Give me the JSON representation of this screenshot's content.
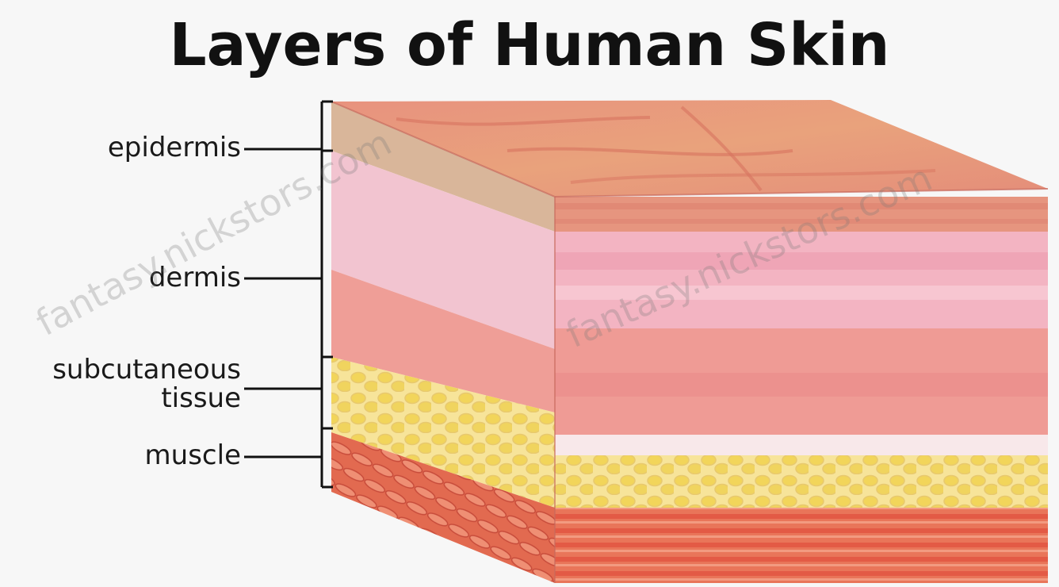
{
  "title": "Layers of Human Skin",
  "labels": {
    "epidermis": "epidermis",
    "dermis": "dermis",
    "subcutaneous_line1": "subcutaneous",
    "subcutaneous_line2": "tissue",
    "muscle": "muscle"
  },
  "watermark": "fantasy.nickstors.com",
  "colors": {
    "epidermis": "#d9b69a",
    "dermis": "#f2b7c4",
    "dermis_deep": "#ef9b95",
    "fat": "#f4dc7e",
    "muscle": "#e8674f",
    "top_surface": "#e79a83",
    "background": "#f7f7f7"
  }
}
